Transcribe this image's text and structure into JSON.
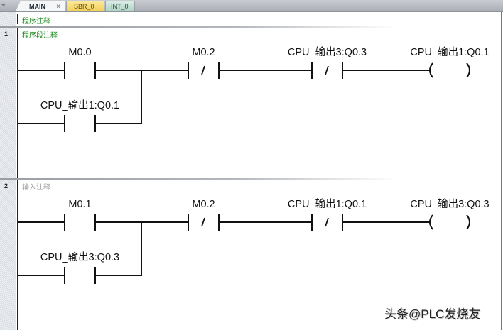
{
  "tabs": [
    {
      "label": "MAIN",
      "active": true,
      "closable": true
    },
    {
      "label": "SBR_0",
      "active": false
    },
    {
      "label": "INT_0",
      "active": false
    }
  ],
  "program_comment": "程序注释",
  "networks": [
    {
      "number": "1",
      "comment": "程序段注释",
      "comment_style": "set",
      "rung": {
        "contact_main": {
          "label": "M0.0",
          "type": "NO"
        },
        "contact_branch": {
          "label": "CPU_输出1:Q0.1",
          "type": "NO"
        },
        "contact_2": {
          "label": "M0.2",
          "type": "NC"
        },
        "contact_3": {
          "label": "CPU_输出3:Q0.3",
          "type": "NC"
        },
        "coil": {
          "label": "CPU_输出1:Q0.1"
        }
      }
    },
    {
      "number": "2",
      "comment": "输入注释",
      "comment_style": "placeholder",
      "rung": {
        "contact_main": {
          "label": "M0.1",
          "type": "NO"
        },
        "contact_branch": {
          "label": "CPU_输出3:Q0.3",
          "type": "NO"
        },
        "contact_2": {
          "label": "M0.2",
          "type": "NC"
        },
        "contact_3": {
          "label": "CPU_输出1:Q0.1",
          "type": "NC"
        },
        "coil": {
          "label": "CPU_输出3:Q0.3"
        }
      }
    }
  ],
  "watermark": "头条@PLC发烧友",
  "colors": {
    "comment_green": "#1e8a1e",
    "placeholder_gray": "#999999",
    "wire": "#111111"
  }
}
